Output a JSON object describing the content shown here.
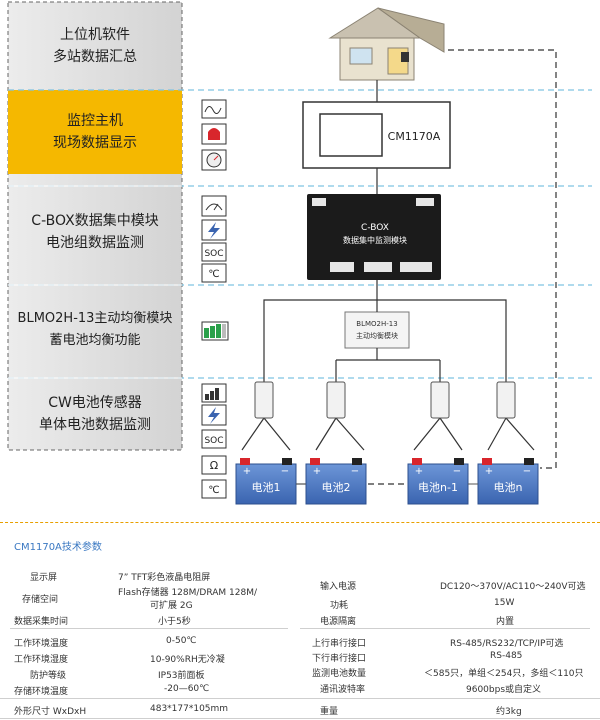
{
  "layers": [
    {
      "line1": "上位机软件",
      "line2": "多站数据汇总"
    },
    {
      "line1": "监控主机",
      "line2": "现场数据显示"
    },
    {
      "line1": "C-BOX数据集中模块",
      "line2": "电池组数据监测"
    },
    {
      "line1": "BLMO2H-13主动均衡模块",
      "line2": "蓄电池均衡功能"
    },
    {
      "line1": "CW电池传感器",
      "line2": "单体电池数据监测"
    }
  ],
  "icons": {
    "monitor": [
      "waveform-icon",
      "alarm-light-icon",
      "gauge-icon"
    ],
    "cbox": [
      "meter-icon",
      "lightning-icon",
      "soc-icon",
      "temperature-icon"
    ],
    "balance": [
      "battery-level-icon"
    ],
    "sensor": [
      "battery-level-icon",
      "lightning-icon",
      "soc-icon",
      "resistance-icon",
      "temperature-icon"
    ]
  },
  "icon_text": {
    "soc": "SOC",
    "ohm": "Ω",
    "temp": "℃"
  },
  "devices": {
    "monitor_label": "CM1170A",
    "cbox_line1": "C-BOX",
    "cbox_line2": "数据集中监测模块",
    "balance_line1": "BLMO2H-13",
    "balance_line2": "主动均衡模块"
  },
  "batteries": [
    "电池1",
    "电池2",
    "电池n-1",
    "电池n"
  ],
  "battery_terminals": {
    "plus": "+",
    "minus": "−"
  },
  "specs": {
    "title": "CM1170A技术参数",
    "left": [
      {
        "label": "显示屏",
        "value": "7” TFT彩色液晶电阻屏"
      },
      {
        "label": "存储空间",
        "value": "Flash存储器 128M/DRAM 128M/",
        "value2": "可扩展 2G"
      },
      {
        "label": "数据采集时间",
        "value": "小于5秒"
      },
      {
        "label": "工作环境温度",
        "value": "0-50℃"
      },
      {
        "label": "工作环境湿度",
        "value": "10-90%RH无冷凝"
      },
      {
        "label": "防护等级",
        "value": "IP53前面板"
      },
      {
        "label": "存储环境温度",
        "value": "-20—60℃"
      },
      {
        "label": "外形尺寸 WxDxH",
        "value": "483*177*105mm"
      }
    ],
    "right": [
      {
        "label": "输入电源",
        "value": "DC120～370V/AC110～240V可选"
      },
      {
        "label": "功耗",
        "value": "15W"
      },
      {
        "label": "电源隔离",
        "value": "内置"
      },
      {
        "label": "上行串行接口",
        "value": "RS-485/RS232/TCP/IP可选"
      },
      {
        "label": "下行串行接口",
        "value": "RS-485"
      },
      {
        "label": "监测电池数量",
        "value": "＜585只，单组＜254只，多组＜110只"
      },
      {
        "label": "通讯波特率",
        "value": "9600bps或自定义"
      },
      {
        "label": "重量",
        "value": "约3kg"
      }
    ]
  },
  "colors": {
    "highlight": "#f5b800",
    "panel": "#d9d9d9",
    "dashed_line": "#7fc3e2",
    "battery": "#4a78c3"
  }
}
